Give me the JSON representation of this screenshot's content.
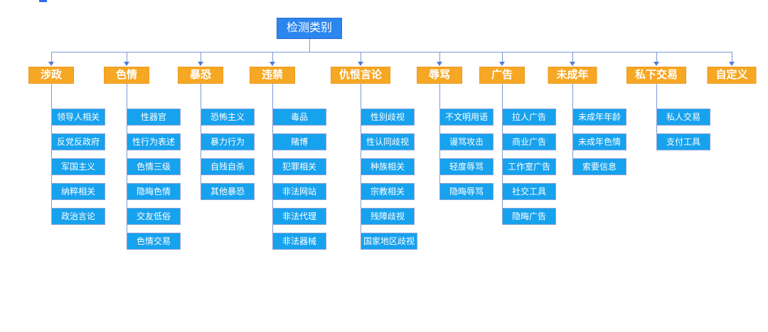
{
  "diagram_title": "检测类别",
  "root": {
    "label": "检测类别"
  },
  "categories": [
    {
      "label": "涉政",
      "children": [
        "领导人相关",
        "反党反政府",
        "军国主义",
        "纳粹相关",
        "政治言论"
      ]
    },
    {
      "label": "色情",
      "children": [
        "性器官",
        "性行为表述",
        "色情三级",
        "隐晦色情",
        "交友低俗",
        "色情交易"
      ]
    },
    {
      "label": "暴恐",
      "children": [
        "恐怖主义",
        "暴力行为",
        "自残自杀",
        "其他暴恐"
      ]
    },
    {
      "label": "违禁",
      "children": [
        "毒品",
        "赌博",
        "犯罪相关",
        "非法网站",
        "非法代理",
        "非法器械"
      ]
    },
    {
      "label": "仇恨言论",
      "children": [
        "性别歧视",
        "性认同歧视",
        "种族相关",
        "宗教相关",
        "残障歧视",
        "国家地区歧视"
      ]
    },
    {
      "label": "辱骂",
      "children": [
        "不文明用语",
        "谩骂攻击",
        "轻度辱骂",
        "隐晦辱骂"
      ]
    },
    {
      "label": "广告",
      "children": [
        "拉人广告",
        "商业广告",
        "工作室广告",
        "社交工具",
        "隐晦广告"
      ]
    },
    {
      "label": "未成年",
      "children": [
        "未成年年龄",
        "未成年色情",
        "索要信息"
      ]
    },
    {
      "label": "私下交易",
      "children": [
        "私人交易",
        "支付工具"
      ]
    },
    {
      "label": "自定义",
      "children": []
    }
  ],
  "colors": {
    "root_fill": "#2B86EE",
    "root_border": "#2F6BD3",
    "category_fill": "#F6A723",
    "category_border": "#ED9A1E",
    "child_fill": "#17A2EE",
    "child_border": "#8CA3D9",
    "connector_line": "#7D9AD4",
    "arrowhead": "#4E7CD9",
    "text": "#FFFFFF",
    "top_left_artifact": "#2E6CF0"
  }
}
